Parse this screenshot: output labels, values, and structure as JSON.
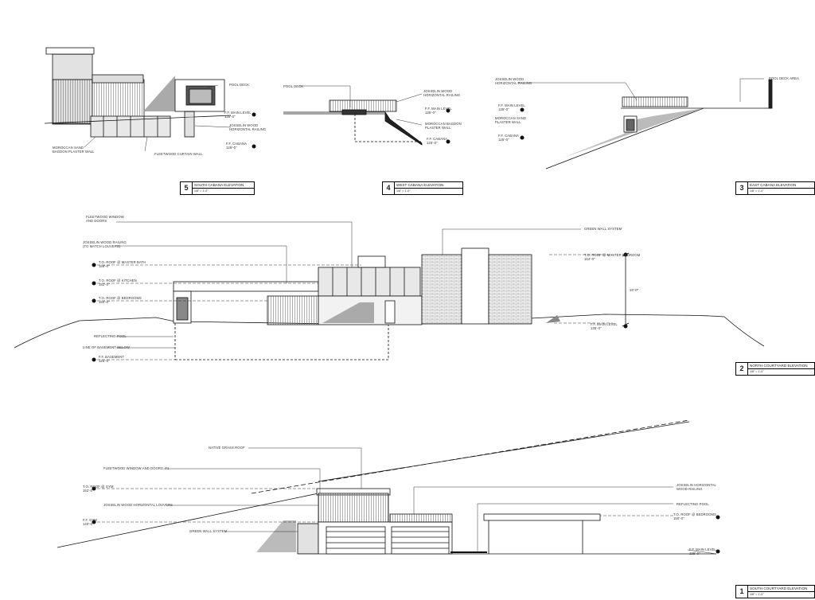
{
  "sheet": {
    "views": [
      {
        "num": "5",
        "title": "SOUTH CABANA ELEVATION",
        "scale": "1/8\" = 1'-0\""
      },
      {
        "num": "4",
        "title": "WEST CABANA ELEVATION",
        "scale": "1/8\" = 1'-0\""
      },
      {
        "num": "3",
        "title": "EAST CABANA ELEVATION",
        "scale": "1/8\" = 1'-0\""
      },
      {
        "num": "2",
        "title": "NORTH COURTYARD ELEVATION",
        "scale": "1/8\" = 1'-0\""
      },
      {
        "num": "1",
        "title": "SOUTH COURTYARD ELEVATION",
        "scale": "1/8\" = 1'-0\""
      }
    ],
    "south_cabana": {
      "pool_deck": "POOL DECK",
      "ff_main": "F.F. MAIN LEVEL\n135'-0\"",
      "railing": "JOSSELIN WOOD\nHORIZONTAL RAILING",
      "ff_cabana": "F.F. CABANA\n125'-0\"",
      "plaster": "MOROCCAN SAND\nBAGDON PLASTER WALL",
      "curtain": "FLEETWOOD CURTAIN WALL"
    },
    "west_cabana": {
      "pool_deck": "POOL DECK",
      "railing": "JOSSELIN WOOD\nHORIZONTAL RAILING",
      "ff_main": "F.F. MAIN LEVEL\n135'-0\"",
      "plaster": "MOROCCAN BAGDON\nPLASTER WALL",
      "ff_cabana": "F.F. CABANA\n125'-0\""
    },
    "east_cabana": {
      "railing": "JOSSELIN WOOD\nHORIZONTAL RAILING",
      "ff_main": "F.F. MAIN LEVEL\n135'-0\"",
      "plaster": "MOROCCAN SAND\nPLASTER WALL",
      "ff_cabana": "F.F. CABANA\n125'-0\"",
      "pool_deck": "POOL DECK AREA"
    },
    "north_courtyard": {
      "fleetwood": "FLEETWOOD WINDOW\nAND DOORS",
      "railing": "JOSSELIN WOOD RAILING\n(TO MATCH LOUVERS)",
      "to_roof_master": "T.O. ROOF @ MASTER BATH\n158'-0\"",
      "to_roof_kitchen": "T.O. ROOF @ KITCHEN\n152'-0\"",
      "to_roof_bedrooms": "T.O. ROOF @ BEDROOMS\n150'-0\"",
      "reflecting_pool": "REFLECTING POOL",
      "basement_line": "LINE OF BASEMENT BELOW",
      "ff_basement": "F.F. BASEMENT\n125'-0\"",
      "green_wall": "GREEN WALL SYSTEM",
      "right_roof": "T.O. ROOF @ MASTER BEDROOM\n154'-0\"",
      "right_main": "F.F. MAIN LEVEL\n135'-0\"",
      "dim": "19'-0\""
    },
    "south_courtyard": {
      "native_grass": "NATIVE GRASS ROOF",
      "fleetwood": "FLEETWOOD WINDOW AND DOORS, F1",
      "to_roof_gym": "T.O. ROOF @ GYM\n152'-0\"",
      "louvers": "JOSSELIN WOOD HORIZONTAL LOUVERS",
      "ff_gym": "F.F. GYM\n140'-0\"",
      "green_wall": "GREEN WALL SYSTEM",
      "railing": "JOSSELIN HORIZONTAL\nWOOD RAILING",
      "reflecting_pool": "REFLECTING POOL",
      "to_roof_bedrooms": "T.O. ROOF @ BEDROOMS\n150'-0\"",
      "ff_main": "F.F. MAIN LEVEL\n135'-0\""
    }
  }
}
